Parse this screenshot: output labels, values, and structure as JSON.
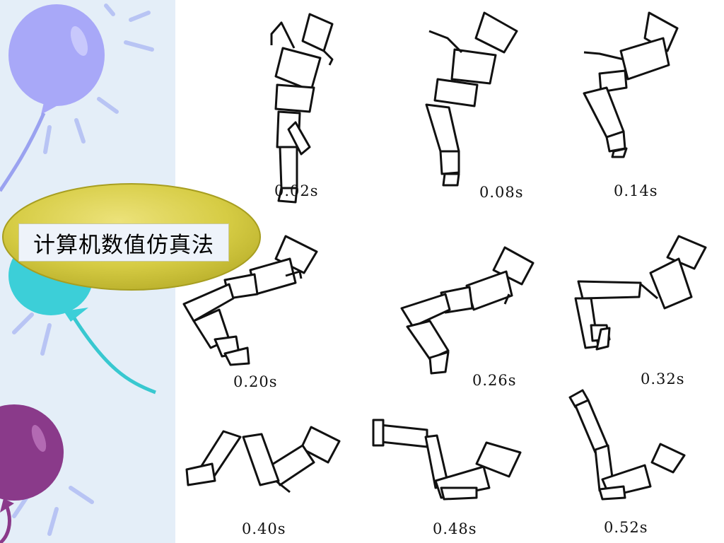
{
  "slide": {
    "title": "计算机数值仿真法",
    "frames": [
      {
        "time": "0.02s",
        "pose": "figure-upright"
      },
      {
        "time": "0.08s",
        "pose": "figure-tilting"
      },
      {
        "time": "0.14s",
        "pose": "figure-leaning"
      },
      {
        "time": "0.20s",
        "pose": "figure-horizontal"
      },
      {
        "time": "0.26s",
        "pose": "figure-horizontal-2"
      },
      {
        "time": "0.32s",
        "pose": "figure-kneeling"
      },
      {
        "time": "0.40s",
        "pose": "figure-falling"
      },
      {
        "time": "0.48s",
        "pose": "figure-legs-raised"
      },
      {
        "time": "0.52s",
        "pose": "figure-legs-up"
      }
    ]
  },
  "colors": {
    "sidebar_bg": "#e4eef8",
    "title_ellipse": "#cfc53a",
    "balloon_blue": "#a8a8f8",
    "balloon_teal": "#3ccfd8",
    "balloon_purple": "#8a3a8a"
  },
  "icons": [
    "balloon-blue-icon",
    "balloon-teal-icon",
    "balloon-purple-icon"
  ]
}
